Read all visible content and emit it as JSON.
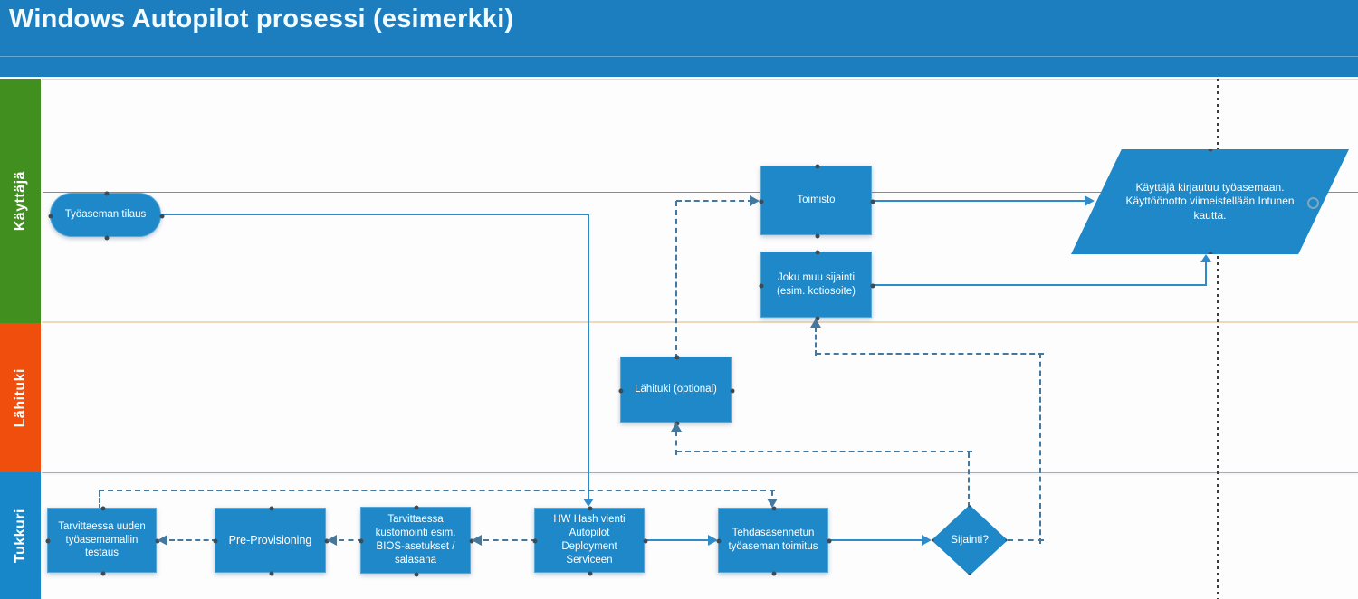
{
  "header": {
    "title": "Windows Autopilot prosessi (esimerkki)"
  },
  "lanes": [
    {
      "id": "kayttaja",
      "label": "Käyttäjä",
      "color": "#418f1e"
    },
    {
      "id": "lahituki",
      "label": "Lähituki",
      "color": "#f04e0c"
    },
    {
      "id": "tukkuri",
      "label": "Tukkuri",
      "color": "#1787c9"
    }
  ],
  "nodes": [
    {
      "id": "tyoaseman-tilaus",
      "type": "start",
      "lane": "kayttaja",
      "label": "Työaseman tilaus"
    },
    {
      "id": "toimisto",
      "type": "process",
      "lane": "kayttaja",
      "label": "Toimisto"
    },
    {
      "id": "joku-muu-sijainti",
      "type": "process",
      "lane": "kayttaja",
      "label": "Joku muu sijainti (esim. kotiosoite)"
    },
    {
      "id": "kayttaja-kirjautuu",
      "type": "input-output",
      "lane": "kayttaja",
      "label": "Käyttäjä kirjautuu työasemaan. Käyttöönotto viimeistellään Intunen kautta."
    },
    {
      "id": "lahituki-optional",
      "type": "process",
      "lane": "lahituki",
      "label": "Lähituki (optional)"
    },
    {
      "id": "tarvittaessa-testaus",
      "type": "process",
      "lane": "tukkuri",
      "label": "Tarvittaessa uuden työasemamallin testaus"
    },
    {
      "id": "pre-provisioning",
      "type": "process",
      "lane": "tukkuri",
      "label": "Pre-Provisioning"
    },
    {
      "id": "tarvittaessa-kustomointi",
      "type": "process",
      "lane": "tukkuri",
      "label": "Tarvittaessa kustomointi esim. BIOS-asetukset / salasana"
    },
    {
      "id": "hw-hash-vienti",
      "type": "process",
      "lane": "tukkuri",
      "label": "HW Hash vienti Autopilot Deployment Serviceen"
    },
    {
      "id": "tehdasasennetun-toimitus",
      "type": "process",
      "lane": "tukkuri",
      "label": "Tehdasasennetun työaseman toimitus"
    },
    {
      "id": "sijainti",
      "type": "decision",
      "lane": "tukkuri",
      "label": "Sijainti?"
    }
  ],
  "connections": [
    {
      "from": "tyoaseman-tilaus",
      "to": "hw-hash-vienti",
      "style": "solid"
    },
    {
      "from": "toimisto",
      "to": "kayttaja-kirjautuu",
      "style": "solid"
    },
    {
      "from": "joku-muu-sijainti",
      "to": "kayttaja-kirjautuu",
      "style": "solid"
    },
    {
      "from": "hw-hash-vienti",
      "to": "tehdasasennetun-toimitus",
      "style": "solid"
    },
    {
      "from": "tehdasasennetun-toimitus",
      "to": "sijainti",
      "style": "solid"
    },
    {
      "from": "sijainti",
      "to": "lahituki-optional",
      "style": "dashed"
    },
    {
      "from": "sijainti",
      "to": "joku-muu-sijainti",
      "style": "dashed"
    },
    {
      "from": "lahituki-optional",
      "to": "toimisto",
      "style": "dashed"
    },
    {
      "from": "tarvittaessa-testaus",
      "to": "tehdasasennetun-toimitus",
      "style": "dashed"
    },
    {
      "from": "hw-hash-vienti",
      "to": "tarvittaessa-kustomointi",
      "style": "dashed"
    },
    {
      "from": "tarvittaessa-kustomointi",
      "to": "pre-provisioning",
      "style": "dashed"
    },
    {
      "from": "pre-provisioning",
      "to": "tarvittaessa-testaus",
      "style": "dashed"
    }
  ],
  "colors": {
    "header_blue": "#1c7ebf",
    "node_fill": "#1e88c8",
    "node_border": "#58a7d6",
    "solid_connector": "#2f8cc9",
    "dashed_connector": "#45789e",
    "lane_green": "#418f1e",
    "lane_orange": "#f04e0c",
    "lane_blue": "#1787c9"
  }
}
